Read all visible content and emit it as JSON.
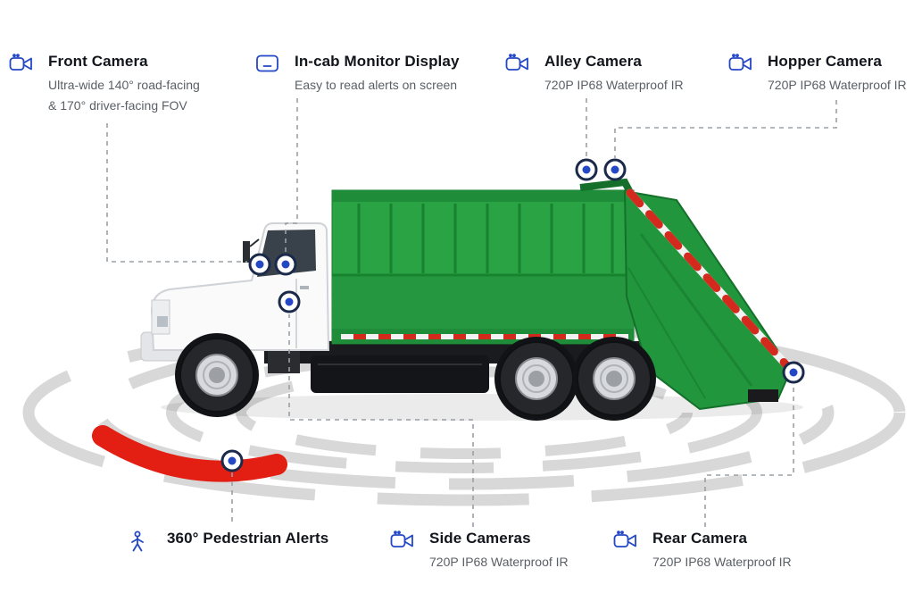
{
  "callouts": {
    "front_camera": {
      "title": "Front Camera",
      "line1": "Ultra-wide 140° road-facing",
      "line2": "& 170° driver-facing FOV"
    },
    "incab_monitor": {
      "title": "In-cab Monitor Display",
      "line1": "Easy to read alerts on screen"
    },
    "alley_camera": {
      "title": "Alley Camera",
      "line1": "720P IP68 Waterproof IR"
    },
    "hopper_camera": {
      "title": "Hopper Camera",
      "line1": "720P IP68 Waterproof IR"
    },
    "pedestrian_alerts": {
      "title": "360° Pedestrian Alerts"
    },
    "side_cameras": {
      "title": "Side Cameras",
      "line1": "720P IP68 Waterproof IR"
    },
    "rear_camera": {
      "title": "Rear Camera",
      "line1": "720P IP68 Waterproof IR"
    }
  },
  "icons": {
    "front_camera": "video-camera-icon",
    "incab_monitor": "monitor-icon",
    "alley_camera": "video-camera-icon",
    "hopper_camera": "video-camera-icon",
    "pedestrian_alerts": "pedestrian-icon",
    "side_cameras": "video-camera-icon",
    "rear_camera": "video-camera-icon"
  },
  "colors": {
    "accent_blue": "#2447c5",
    "marker_ring": "#1b2a4a",
    "truck_green": "#2aa345",
    "alert_red": "#e31f13",
    "arc_gray": "#d8d8d8",
    "leader_gray": "#9aa0a6",
    "title_text": "#12161c",
    "subtitle_text": "#5a5f66"
  }
}
